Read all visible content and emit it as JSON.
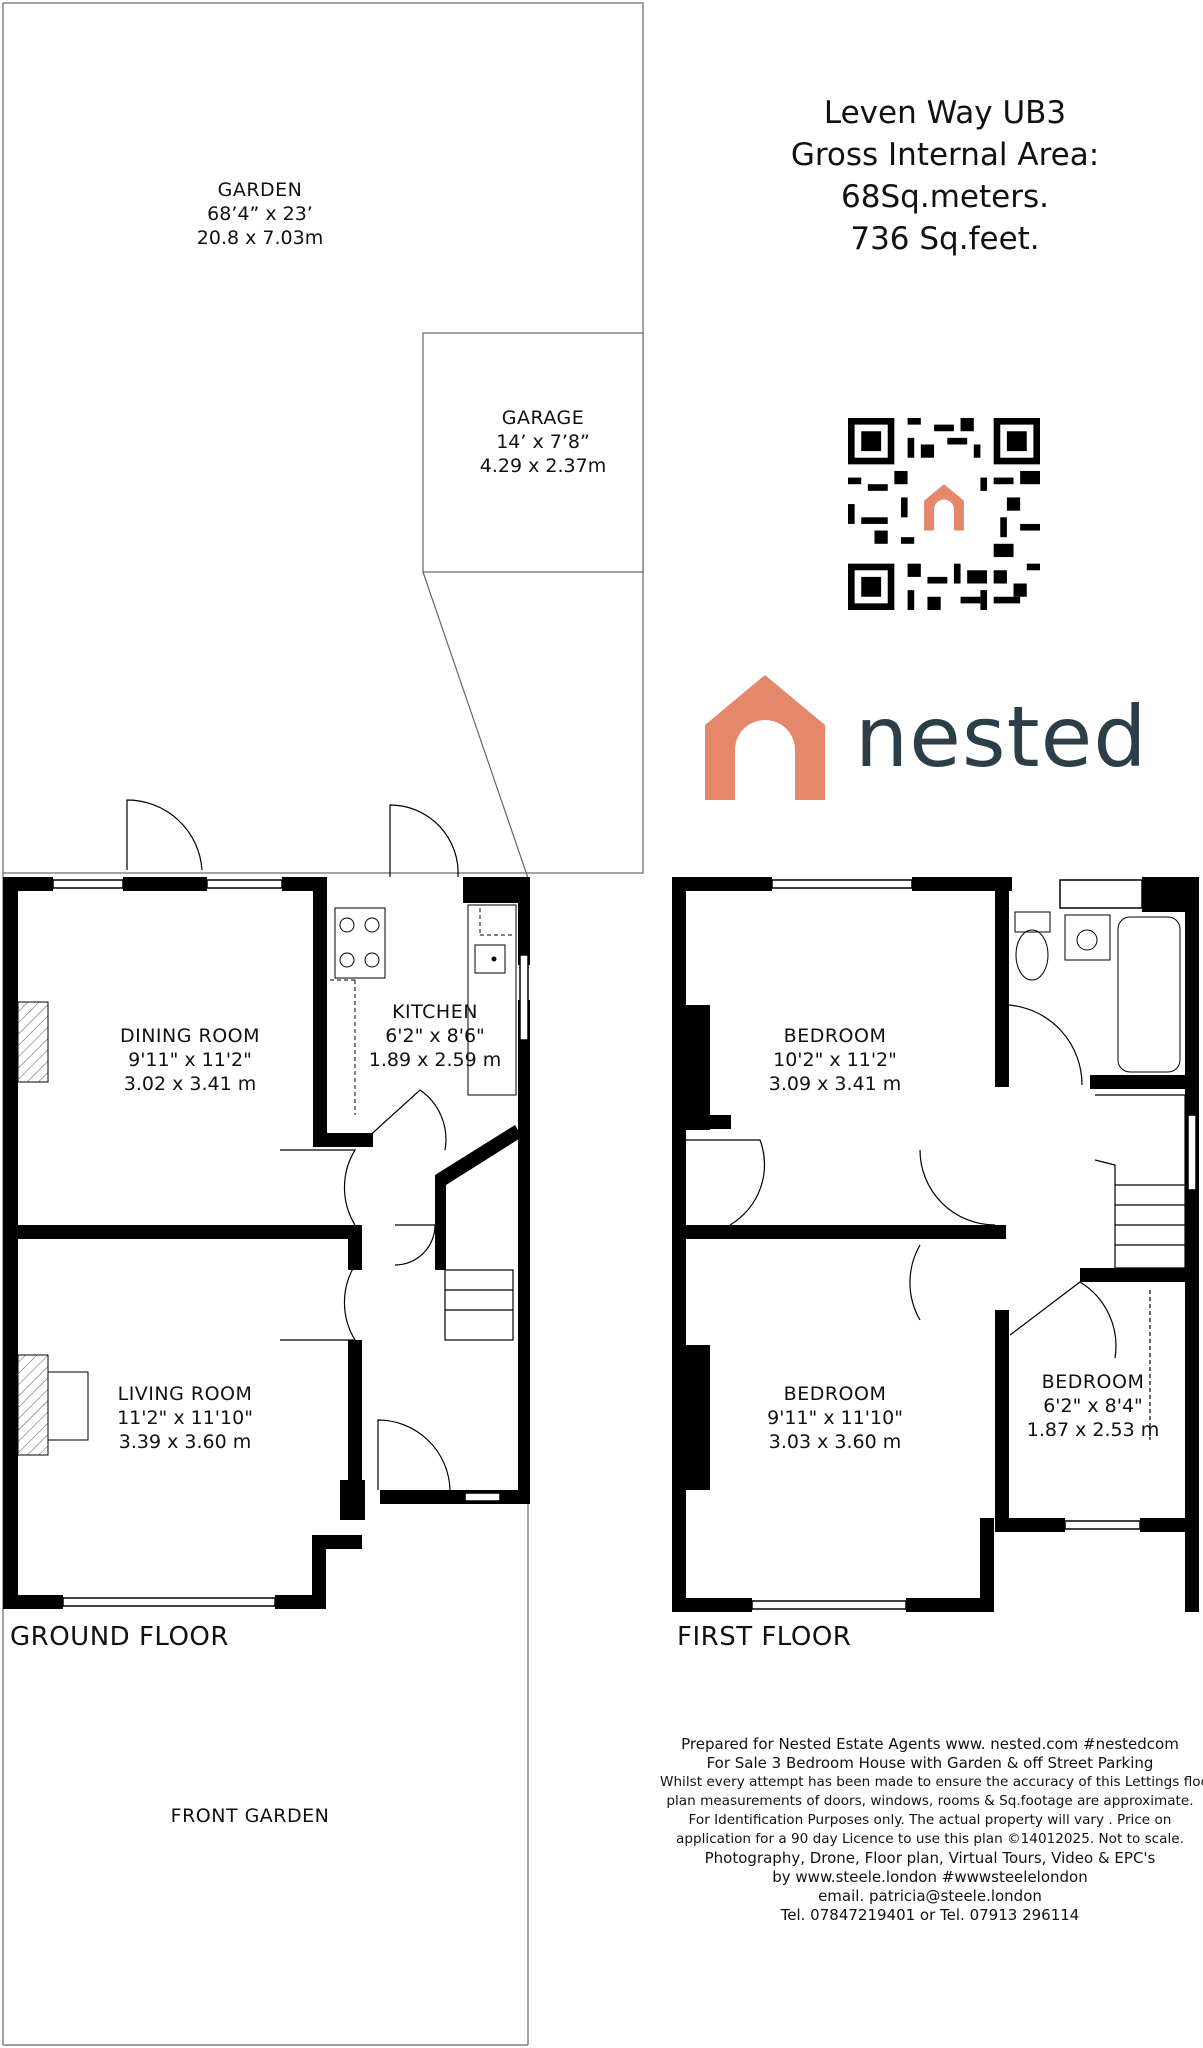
{
  "title": {
    "line1": "Leven Way UB3",
    "line2": "Gross Internal Area:",
    "line3": "68Sq.meters.",
    "line4": "736 Sq.feet."
  },
  "brand": {
    "name": "nested",
    "logo_icon": "house-arch-icon",
    "accent_color": "#e4876b",
    "text_color": "#2c3e47"
  },
  "rooms": {
    "garden": {
      "name": "GARDEN",
      "imperial": "68’4” x 23’",
      "metric": "20.8 x 7.03m"
    },
    "garage": {
      "name": "GARAGE",
      "imperial": "14’ x 7’8”",
      "metric": "4.29 x 2.37m"
    },
    "dining_room": {
      "name": "DINING ROOM",
      "imperial": "9'11\" x 11'2\"",
      "metric": "3.02 x 3.41 m"
    },
    "kitchen": {
      "name": "KITCHEN",
      "imperial": "6'2\" x 8'6\"",
      "metric": "1.89 x 2.59 m"
    },
    "living_room": {
      "name": "LIVING ROOM",
      "imperial": "11'2\" x 11'10\"",
      "metric": "3.39 x 3.60 m"
    },
    "front_garden": {
      "name": "FRONT GARDEN"
    },
    "bedroom_1": {
      "name": "BEDROOM",
      "imperial": "10'2\" x 11'2\"",
      "metric": "3.09 x 3.41 m"
    },
    "bedroom_2": {
      "name": "BEDROOM",
      "imperial": "9'11\" x 11'10\"",
      "metric": "3.03 x 3.60 m"
    },
    "bedroom_3": {
      "name": "BEDROOM",
      "imperial": "6'2\" x 8'4\"",
      "metric": "1.87 x 2.53 m"
    }
  },
  "floors": {
    "ground": "GROUND FLOOR",
    "first": "FIRST FLOOR"
  },
  "notes": [
    "Prepared for Nested Estate Agents www. nested.com  #nestedcom",
    "For Sale 3 Bedroom House with Garden & off Street Parking",
    "Whilst every attempt has been made to ensure the accuracy of this Lettings floor",
    "plan measurements of doors, windows, rooms & Sq.footage are approximate.",
    "For Identification Purposes only. The actual property will vary . Price on",
    "application for a 90 day Licence to use this plan ©14012025. Not to scale.",
    "Photography, Drone, Floor plan, Virtual Tours, Video & EPC's",
    "by www.steele.london  #wwwsteelelondon",
    "email. patricia@steele.london",
    "Tel. 07847219401 or Tel. 07913 296114"
  ],
  "qr_icon": "qr-code-icon"
}
